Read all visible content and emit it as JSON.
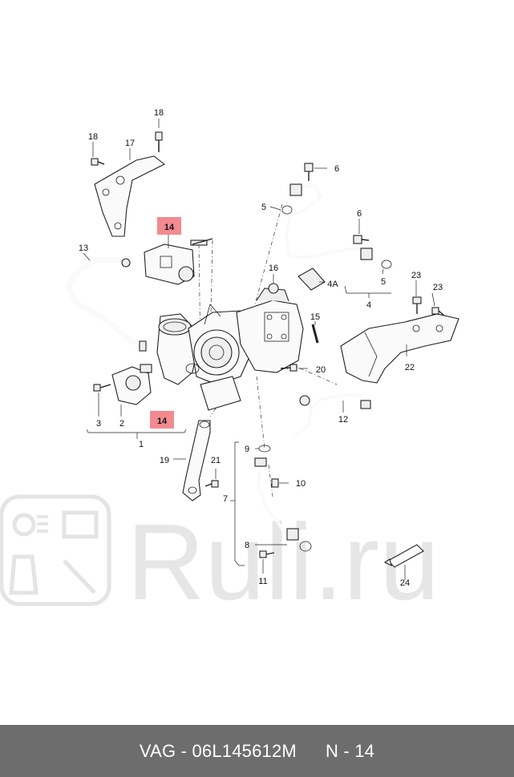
{
  "watermark": {
    "text": "Ruli.ru"
  },
  "callouts": {
    "c18a": "18",
    "c18b": "18",
    "c17": "17",
    "c14top": "14",
    "c14bot": "14",
    "c13": "13",
    "c6a": "6",
    "c6b": "6",
    "c5a": "5",
    "c5b": "5",
    "c16": "16",
    "c4a": "4A",
    "c4": "4",
    "c23a": "23",
    "c23b": "23",
    "c22": "22",
    "c15": "15",
    "c20": "20",
    "c12": "12",
    "c3": "3",
    "c2": "2",
    "c1": "1",
    "c19": "19",
    "c21": "21",
    "c9": "9",
    "c10": "10",
    "c7": "7",
    "c8": "8",
    "c11": "11",
    "c24": "24"
  },
  "highlight_color": "#f28a8f",
  "footer": {
    "part_ref": "VAG - 06L145612M",
    "page_ref": "N - 14"
  }
}
